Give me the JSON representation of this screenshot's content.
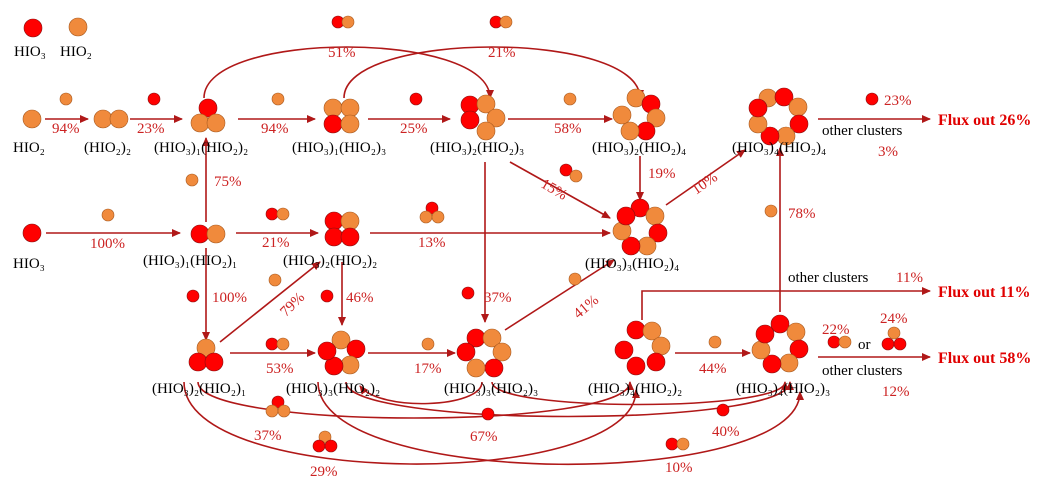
{
  "colors": {
    "hio3": "#ff0000",
    "hio2": "#f08a3c",
    "arrow": "#b01818",
    "percent": "#cc2222",
    "flux": "#e00000"
  },
  "legend": {
    "hio3": "HIO₃",
    "hio2": "HIO₂"
  },
  "species": {
    "hio2": "HIO₂",
    "hio3": "HIO₃",
    "d2": "(HIO₂)₂",
    "t12": "(HIO₃)₁(HIO₂)₂",
    "t13": "(HIO₃)₁(HIO₂)₃",
    "t23": "(HIO₃)₂(HIO₂)₃",
    "t24": "(HIO₃)₂(HIO₂)₄",
    "t44": "(HIO₃)₄(HIO₂)₄",
    "t11": "(HIO₃)₁(HIO₂)₁",
    "t22": "(HIO₃)₂(HIO₂)₂",
    "t34": "(HIO₃)₃(HIO₂)₄",
    "t21": "(HIO₃)₂(HIO₂)₁",
    "t32": "(HIO₃)₃(HIO₂)₂",
    "t33": "(HIO₃)₃(HIO₂)₃",
    "t42": "(HIO₃)₄(HIO₂)₂",
    "t43": "(HIO₃)₄(HIO₂)₃"
  },
  "percents": {
    "p94a": "94%",
    "p23a": "23%",
    "p94b": "94%",
    "p25": "25%",
    "p58a": "58%",
    "p51": "51%",
    "p21top": "21%",
    "p75": "75%",
    "p100a": "100%",
    "p21b": "21%",
    "p13": "13%",
    "p15": "15%",
    "p19": "19%",
    "p10a": "10%",
    "p78": "78%",
    "p100b": "100%",
    "p79": "79%",
    "p46": "46%",
    "p37a": "37%",
    "p41": "41%",
    "p53": "53%",
    "p17": "17%",
    "p44": "44%",
    "p37b": "37%",
    "p67": "67%",
    "p40": "40%",
    "p29": "29%",
    "p10b": "10%",
    "out23": "23%",
    "out3": "3%",
    "out11": "11%",
    "out22": "22%",
    "out24": "24%",
    "out12": "12%"
  },
  "text": {
    "other_clusters": "other clusters",
    "or": "or",
    "flux26": "Flux out 26%",
    "flux11": "Flux out 11%",
    "flux58": "Flux out 58%"
  }
}
